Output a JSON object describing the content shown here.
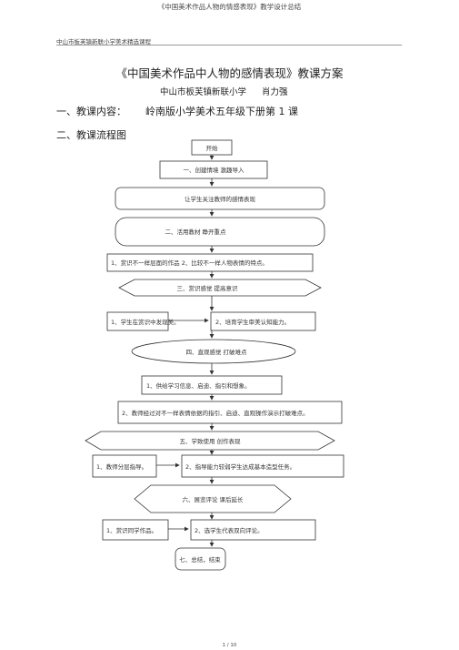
{
  "doc_header": {
    "top_title": "《中国美术作品人物的情感表现》教学设计总结",
    "school_header": "中山市板芙镇新联小学美术精选课程",
    "page_number": "1 / 10"
  },
  "main": {
    "title": "《中国美术作品中人物的感情表现》教课方案",
    "author_school": "中山市板芙镇新联小学",
    "author_name": "肖力强",
    "section1_label": "一、教课内容：",
    "section1_value": "岭南版小学美术五年级下册第      1 课",
    "section2_label": "二、教课流程图"
  },
  "flow": {
    "start": "开始",
    "step1": "一、创建情境      激趣导入",
    "focus": "让学生关注教师的感情表现",
    "step2": "二、活用教材      睁开重点",
    "item2a": "1、赏识不一样层面的作品 2、比较不一样人物表情的特点。",
    "step3": "三、赏识感觉      提高意识",
    "item3a": "1、学生在赏识中发现美。",
    "item3b": "2、培育学生审美认知能力。",
    "step4": "四、直观感觉      打破难点",
    "item4a": "1、供给学习信息、启迪、指引和想象。",
    "item4b": "2、教师经过对不一样表情依据的指引、启迪、直观操作演示打破难点。",
    "step5": "五、学致使用      创作表现",
    "item5a": "1、教师分层指导。",
    "item5b": "2、指导能力较弱学生达成基本造型任务。",
    "step6": "六、展览评论      课后延长",
    "item6a": "1、赏识同学作品。",
    "item6b": "2、选学生代表双向评论。",
    "end": "七、总结，结束"
  }
}
